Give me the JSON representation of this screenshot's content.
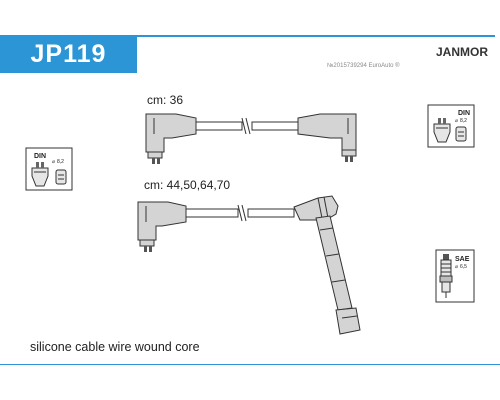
{
  "part_number": "JP119",
  "brand": "JANMOR",
  "watermark": "№2015739294 EuroAuto ®",
  "cable_top_label": "cm: 36",
  "cable_middle_label": "cm: 44,50,64,70",
  "standards": {
    "distributor_left": {
      "standard": "DIN",
      "diameter": "8,2"
    },
    "distributor_right": {
      "standard": "DIN",
      "diameter": "8,2"
    },
    "spark_plug": {
      "standard": "SAE",
      "diameter": "6,5"
    }
  },
  "footer_text": "silicone cable wire wound core",
  "colors": {
    "accent": "#2b95d6",
    "boot_fill": "#d4d4d4",
    "outline": "#333333"
  }
}
